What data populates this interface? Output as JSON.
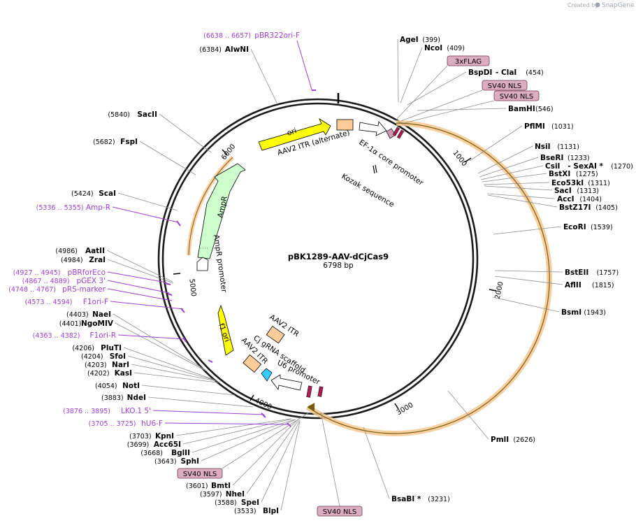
{
  "credit": {
    "created_by": "Created by",
    "brand": "SnapGene"
  },
  "plasmid": {
    "name": "pBK1289-AAV-dCjCas9",
    "size_bp": 6798,
    "size_label": "6798 bp"
  },
  "colors": {
    "backbone": "#1a1a1a",
    "cas9_highlight": "#f6c88f",
    "ori": "#ffff00",
    "ampr": "#ccffcc",
    "itr": "#ffcc99",
    "nls": "#dcacc0",
    "primer": "#a03fd6",
    "flag": "#cc9999",
    "u6": "#33ccff"
  },
  "site_labels": [
    {
      "name": "AgeI",
      "pos": "(399)"
    },
    {
      "name": "NcoI",
      "pos": "(409)"
    },
    {
      "name": "BspDI",
      "suffix": "- ClaI",
      "pos": "(454)"
    },
    {
      "name": "BamHI",
      "pos": "(546)"
    },
    {
      "name": "PflMI",
      "pos": "(1031)"
    },
    {
      "name": "NsiI",
      "pos": "(1131)"
    },
    {
      "name": "BseRI",
      "pos": "(1233)"
    },
    {
      "name": "CsiI",
      "suffix": "- SexAI *",
      "pos": "(1270)"
    },
    {
      "name": "BstXI",
      "pos": "(1275)"
    },
    {
      "name": "Eco53kI",
      "pos": "(1311)"
    },
    {
      "name": "SacI",
      "pos": "(1313)"
    },
    {
      "name": "AccI",
      "pos": "(1404)"
    },
    {
      "name": "BstZ17I",
      "pos": "(1405)"
    },
    {
      "name": "EcoRI",
      "pos": "(1539)"
    },
    {
      "name": "BstEII",
      "pos": "(1757)"
    },
    {
      "name": "AflII",
      "pos": "(1815)"
    },
    {
      "name": "BsmI",
      "pos": "(1943)"
    },
    {
      "name": "PmlI",
      "pos": "(2626)"
    },
    {
      "name": "BsaBI *",
      "pos": "(3231)"
    },
    {
      "name": "BlpI",
      "pos": "(3533)"
    },
    {
      "name": "SpeI",
      "pos": "(3588)"
    },
    {
      "name": "NheI",
      "pos": "(3597)"
    },
    {
      "name": "BmtI",
      "pos": "(3601)"
    },
    {
      "name": "SphI",
      "pos": "(3643)"
    },
    {
      "name": "BglII",
      "pos": "(3668)"
    },
    {
      "name": "Acc65I",
      "pos": "(3699)"
    },
    {
      "name": "KpnI",
      "pos": "(3703)"
    },
    {
      "name": "NdeI",
      "pos": "(3883)"
    },
    {
      "name": "NotI",
      "pos": "(4054)"
    },
    {
      "name": "KasI",
      "pos": "(4202)"
    },
    {
      "name": "NarI",
      "pos": "(4203)"
    },
    {
      "name": "SfoI",
      "pos": "(4204)"
    },
    {
      "name": "PluTI",
      "pos": "(4206)"
    },
    {
      "name": "NgoMIV",
      "pos": "(4401)"
    },
    {
      "name": "NaeI",
      "pos": "(4403)"
    },
    {
      "name": "ZraI",
      "pos": "(4984)"
    },
    {
      "name": "AatII",
      "pos": "(4986)"
    },
    {
      "name": "ScaI",
      "pos": "(5424)"
    },
    {
      "name": "FspI",
      "pos": "(5682)"
    },
    {
      "name": "SacII",
      "pos": "(5840)"
    },
    {
      "name": "AlwNI",
      "pos": "(6384)"
    }
  ],
  "primer_labels": [
    {
      "name": "pBR322ori-F",
      "range": "(6638 .. 6657)"
    },
    {
      "name": "Amp-R",
      "range": "(5336 .. 5355)"
    },
    {
      "name": "pBRforEco",
      "range": "(4927 .. 4945)"
    },
    {
      "name": "pGEX 3'",
      "range": "(4867 .. 4889)"
    },
    {
      "name": "pRS-marker",
      "range": "(4748 .. 4767)"
    },
    {
      "name": "F1ori-F",
      "range": "(4573 .. 4594)"
    },
    {
      "name": "F1ori-R",
      "range": "(4363 .. 4382)"
    },
    {
      "name": "LKO.1 5'",
      "range": "(3876 .. 3895)"
    },
    {
      "name": "hU6-F",
      "range": "(3705 .. 3725)"
    }
  ],
  "boxed_features": [
    "3xFLAG",
    "SV40 NLS",
    "SV40 NLS",
    "SV40 NLS",
    "SV40 NLS"
  ],
  "features": {
    "ori": "ori",
    "aav2_itr_alt": "AAV2 ITR (alternate)",
    "ef1a": "EF-1α core promoter",
    "kozak": "Kozak sequence",
    "ampr": "AmpR",
    "ampr_promoter": "AmpR promoter",
    "f1ori": "f1 ori",
    "aav2_itr_1": "AAV2 ITR",
    "aav2_itr_2": "AAV2 ITR",
    "scaffold": "Cj gRNA scaffold",
    "u6": "U6 promoter"
  },
  "ticks": [
    "1000",
    "2000",
    "3000",
    "4000",
    "5000",
    "6000"
  ]
}
